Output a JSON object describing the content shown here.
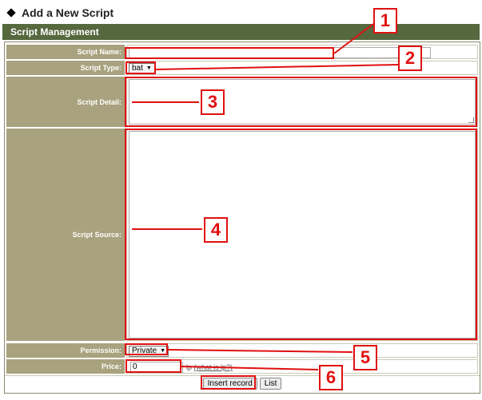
{
  "page": {
    "title": "Add a New Script"
  },
  "section": {
    "title": "Script Management"
  },
  "fields": {
    "script_name": {
      "label": "Script Name:",
      "value": ""
    },
    "script_type": {
      "label": "Script Type:",
      "value": "bat"
    },
    "script_detail": {
      "label": "Script Detail:",
      "value": ""
    },
    "script_source": {
      "label": "Script Source:",
      "value": ""
    },
    "permission": {
      "label": "Permission:",
      "value": "Private"
    },
    "price": {
      "label": "Price:",
      "value": "0",
      "unit": "lp",
      "help_link": "(what is lp?)"
    }
  },
  "buttons": {
    "insert": "Insert record",
    "list": "List"
  },
  "annotations": {
    "labels": [
      "1",
      "2",
      "3",
      "4",
      "5",
      "6"
    ],
    "color": "#e01010"
  },
  "colors": {
    "header": "#55683e",
    "label_bg": "#a8a27e"
  }
}
